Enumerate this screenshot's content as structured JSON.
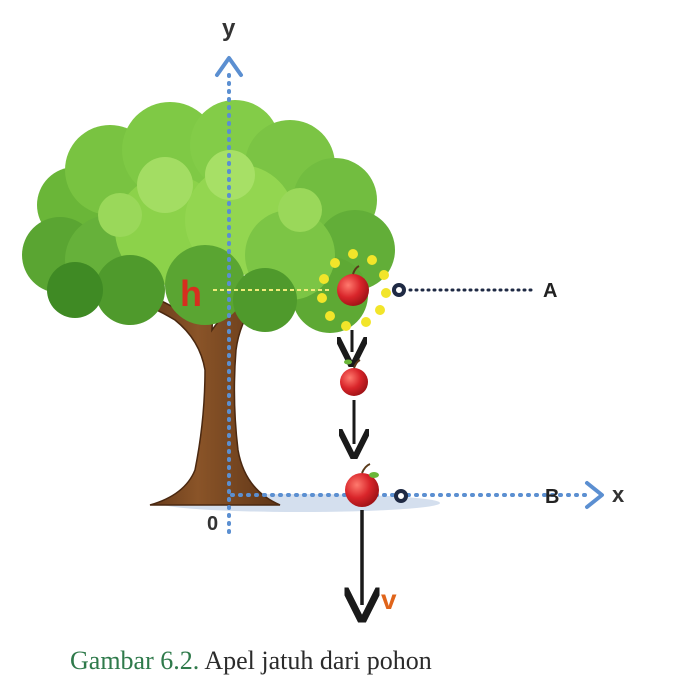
{
  "labels": {
    "y_axis": "y",
    "x_axis": "x",
    "origin": "0",
    "height": "h",
    "point_a": "A",
    "point_b": "B",
    "velocity": "v"
  },
  "caption": {
    "number": "Gambar 6.2.",
    "text": "Apel jatuh dari pohon"
  },
  "colors": {
    "axis": "#5b8fd1",
    "arrow": "#1a1a1a",
    "height_label": "#d62f1f",
    "velocity_label": "#e0641a",
    "apple": "#d9252a",
    "foliage_light": "#8cd24a",
    "foliage_dark": "#4f9a2c",
    "trunk": "#7a4a24",
    "caption_number": "#2f7a4b",
    "highlight": "#f2e52a"
  },
  "icons": {
    "apple": "apple-icon",
    "tree": "tree-icon"
  }
}
